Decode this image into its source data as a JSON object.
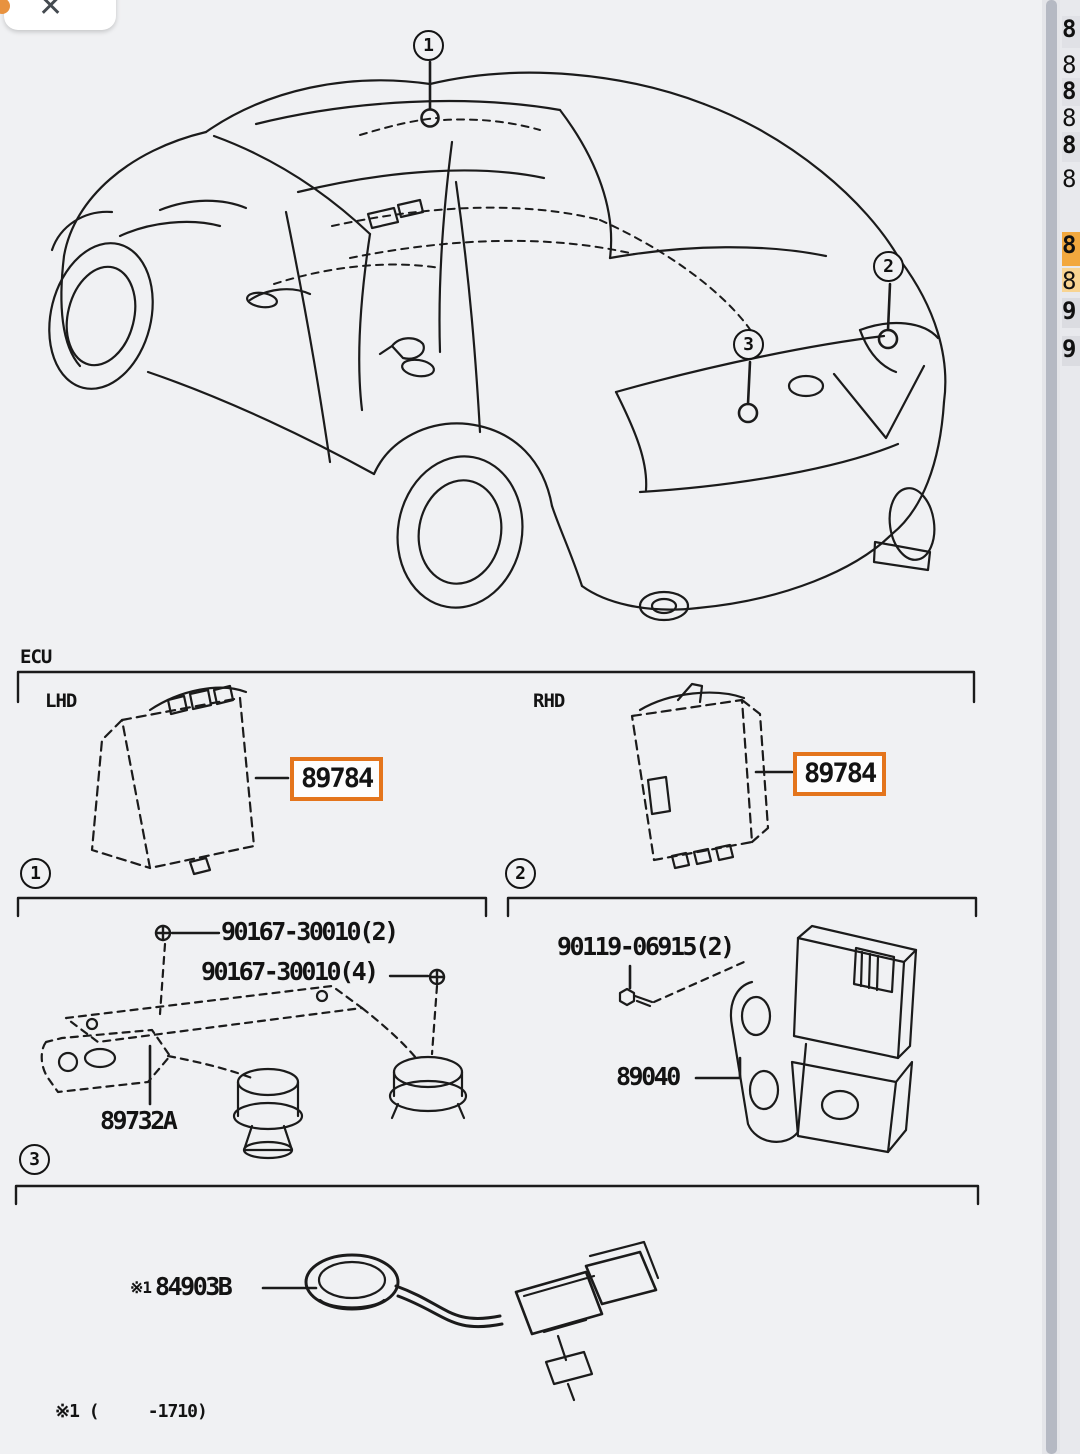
{
  "app": {
    "close_icon": "✕"
  },
  "side_list": {
    "rows": [
      {
        "text": "8"
      },
      {
        "text": "8"
      },
      {
        "text": "8"
      },
      {
        "text": "8"
      },
      {
        "text": "8"
      },
      {
        "text": "8"
      },
      {
        "text": "8"
      },
      {
        "text": "8"
      },
      {
        "text": "9"
      },
      {
        "text": "9"
      }
    ],
    "highlight_color": "#f2a83e"
  },
  "diagram": {
    "car_callouts": [
      {
        "num": "1"
      },
      {
        "num": "2"
      },
      {
        "num": "3"
      }
    ],
    "ecu_section": {
      "title": "ECU",
      "left_variant": "LHD",
      "right_variant": "RHD",
      "part_number": "89784",
      "highlight_color": "#e4751c"
    },
    "section1": {
      "num": "1",
      "screw_top": "90167-30010(2)",
      "screw_bottom": "90167-30010(4)",
      "receiver": "89732A"
    },
    "section2": {
      "num": "2",
      "bolt": "90119-06915(2)",
      "unit": "89040"
    },
    "section3": {
      "num": "3",
      "note_ref": "※1",
      "antenna": "84903B"
    },
    "footnote": "※1 (     -1710)"
  }
}
